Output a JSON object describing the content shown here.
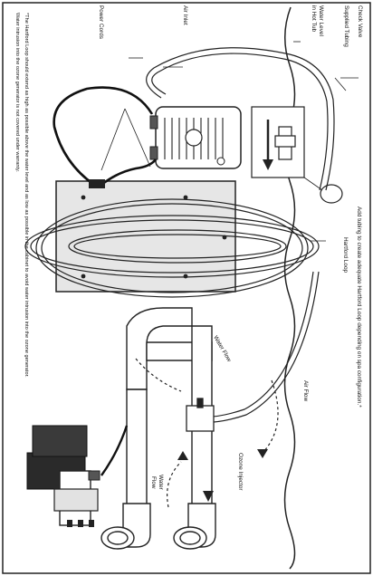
{
  "labels": {
    "check_valve": "Check Valve",
    "supplied_tubing": "Supplied Tubing",
    "water_level": "Water Level",
    "water_level_2": "in Hot Tub",
    "air_inlet": "Air Inlet",
    "power_cords": "Power Cords",
    "hartford_loop": "Hartford Loop",
    "air_flow": "Air Flow",
    "water_flow_top": "Water Flow",
    "water_flow_bottom_1": "Water",
    "water_flow_bottom_2": "Flow",
    "ozone_injector": "Ozone Injector",
    "tubing_note": "Add tubing to create adequate Hartford Loop depending on spa configuration.*"
  },
  "footnote": {
    "line1": "*The Hartford Loop should extend as high as possible above the water level and as low as possible in the cabinet to avoid water intrusion into the ozone generator.",
    "line2": "Water intrusion into the ozone generator is not covered under warranty."
  },
  "colors": {
    "line": "#1a1a1a",
    "tube_fill": "#ffffff",
    "board": "#ececec",
    "device_dark": "#2a2a2a",
    "page_border": "#222222"
  }
}
